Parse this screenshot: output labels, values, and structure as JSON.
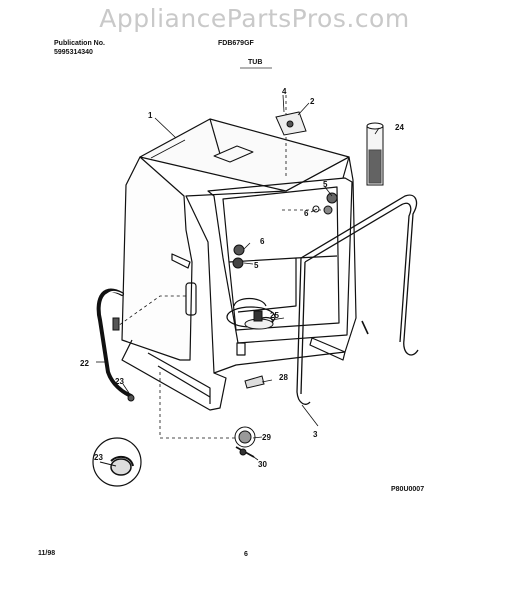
{
  "watermark": "AppliancePartsPros.com",
  "header": {
    "publication_label": "Publication No.",
    "publication_number": "5995314340",
    "model": "FDB679GF",
    "section_title": "TUB"
  },
  "callouts": {
    "tub": "1",
    "bracket": "2",
    "lower_seal": "3",
    "screw_top": "4",
    "nut_upper": "5",
    "nut_mid": "5",
    "washer_upper": "6",
    "washer_mid": "6",
    "hose": "22",
    "inset_clip_a": "23",
    "clamp": "23",
    "insulation": "24",
    "float": "25",
    "bracket_lower": "28",
    "switch": "29",
    "wire": "30"
  },
  "footer": {
    "diagram_code": "P80U0007",
    "date": "11/98",
    "page": "6"
  }
}
